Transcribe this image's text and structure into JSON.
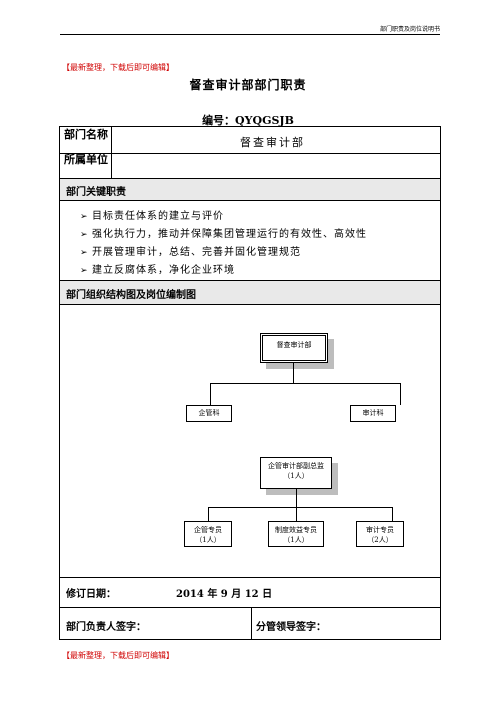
{
  "header": {
    "doc_label": "部门职责及岗位说明书"
  },
  "promo": {
    "top": "【最新整理，下载后即可编辑】",
    "bottom": "【最新整理，下载后即可编辑】"
  },
  "title": "督查审计部部门职责",
  "code": "编号：QYQGSJB",
  "table": {
    "dept_name_label": "部门名称",
    "dept_name_value": "督查审计部",
    "parent_label": "所属单位",
    "parent_value": "",
    "duties_title": "部门关键职责",
    "duties": [
      "目标责任体系的建立与评价",
      "强化执行力，推动并保障集团管理运行的有效性、高效性",
      "开展管理审计，总结、完善并固化管理规范",
      "建立反腐体系，净化企业环境"
    ],
    "org_title": "部门组织结构图及岗位编制图",
    "revision_label": "修订日期：",
    "revision_date": "2014 年 9 月 12 日",
    "head_sign_label": "部门负责人签字：",
    "leader_sign_label": "分管领导签字："
  },
  "org_chart": {
    "top": "督查审计部",
    "left_branch": "企管科",
    "right_branch": "审计科",
    "middle": [
      "企管审计部副总监",
      "（1人）"
    ],
    "bottom": [
      {
        "title": "企管专员",
        "count": "（1人）"
      },
      {
        "title": "制度效益专员",
        "count": "（1人）"
      },
      {
        "title": "审计专员",
        "count": "（2人）"
      }
    ]
  }
}
